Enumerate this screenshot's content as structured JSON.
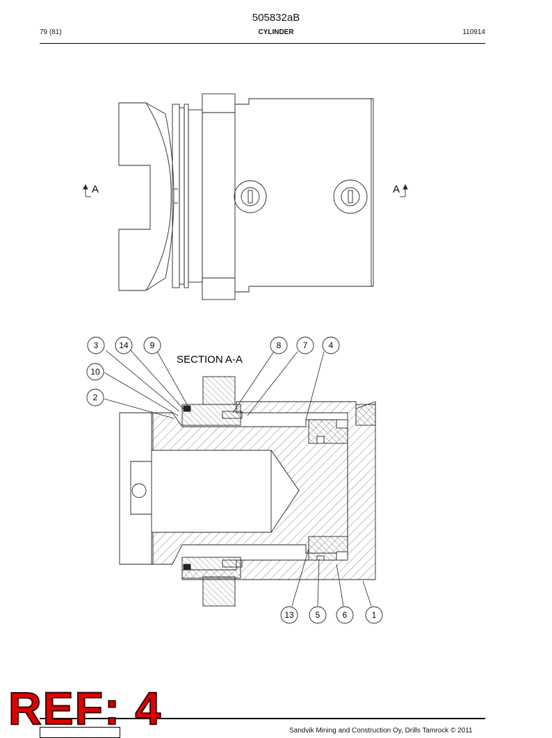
{
  "header": {
    "doc_number": "505832aB",
    "page": "79 (81)",
    "title": "CYLINDER",
    "date_code": "110914"
  },
  "view_top": {
    "section_mark_left": "A",
    "section_mark_right": "A"
  },
  "view_section": {
    "title": "SECTION  A-A",
    "callouts_top": [
      "3",
      "14",
      "9",
      "8",
      "7",
      "4"
    ],
    "callouts_left": [
      "10",
      "2"
    ],
    "callouts_bottom": [
      "13",
      "5",
      "6",
      "1"
    ]
  },
  "stamp": {
    "text": "REF: 4"
  },
  "footer": {
    "text": "Sandvik Mining and Construction Oy, Drills Tamrock © 2011"
  }
}
